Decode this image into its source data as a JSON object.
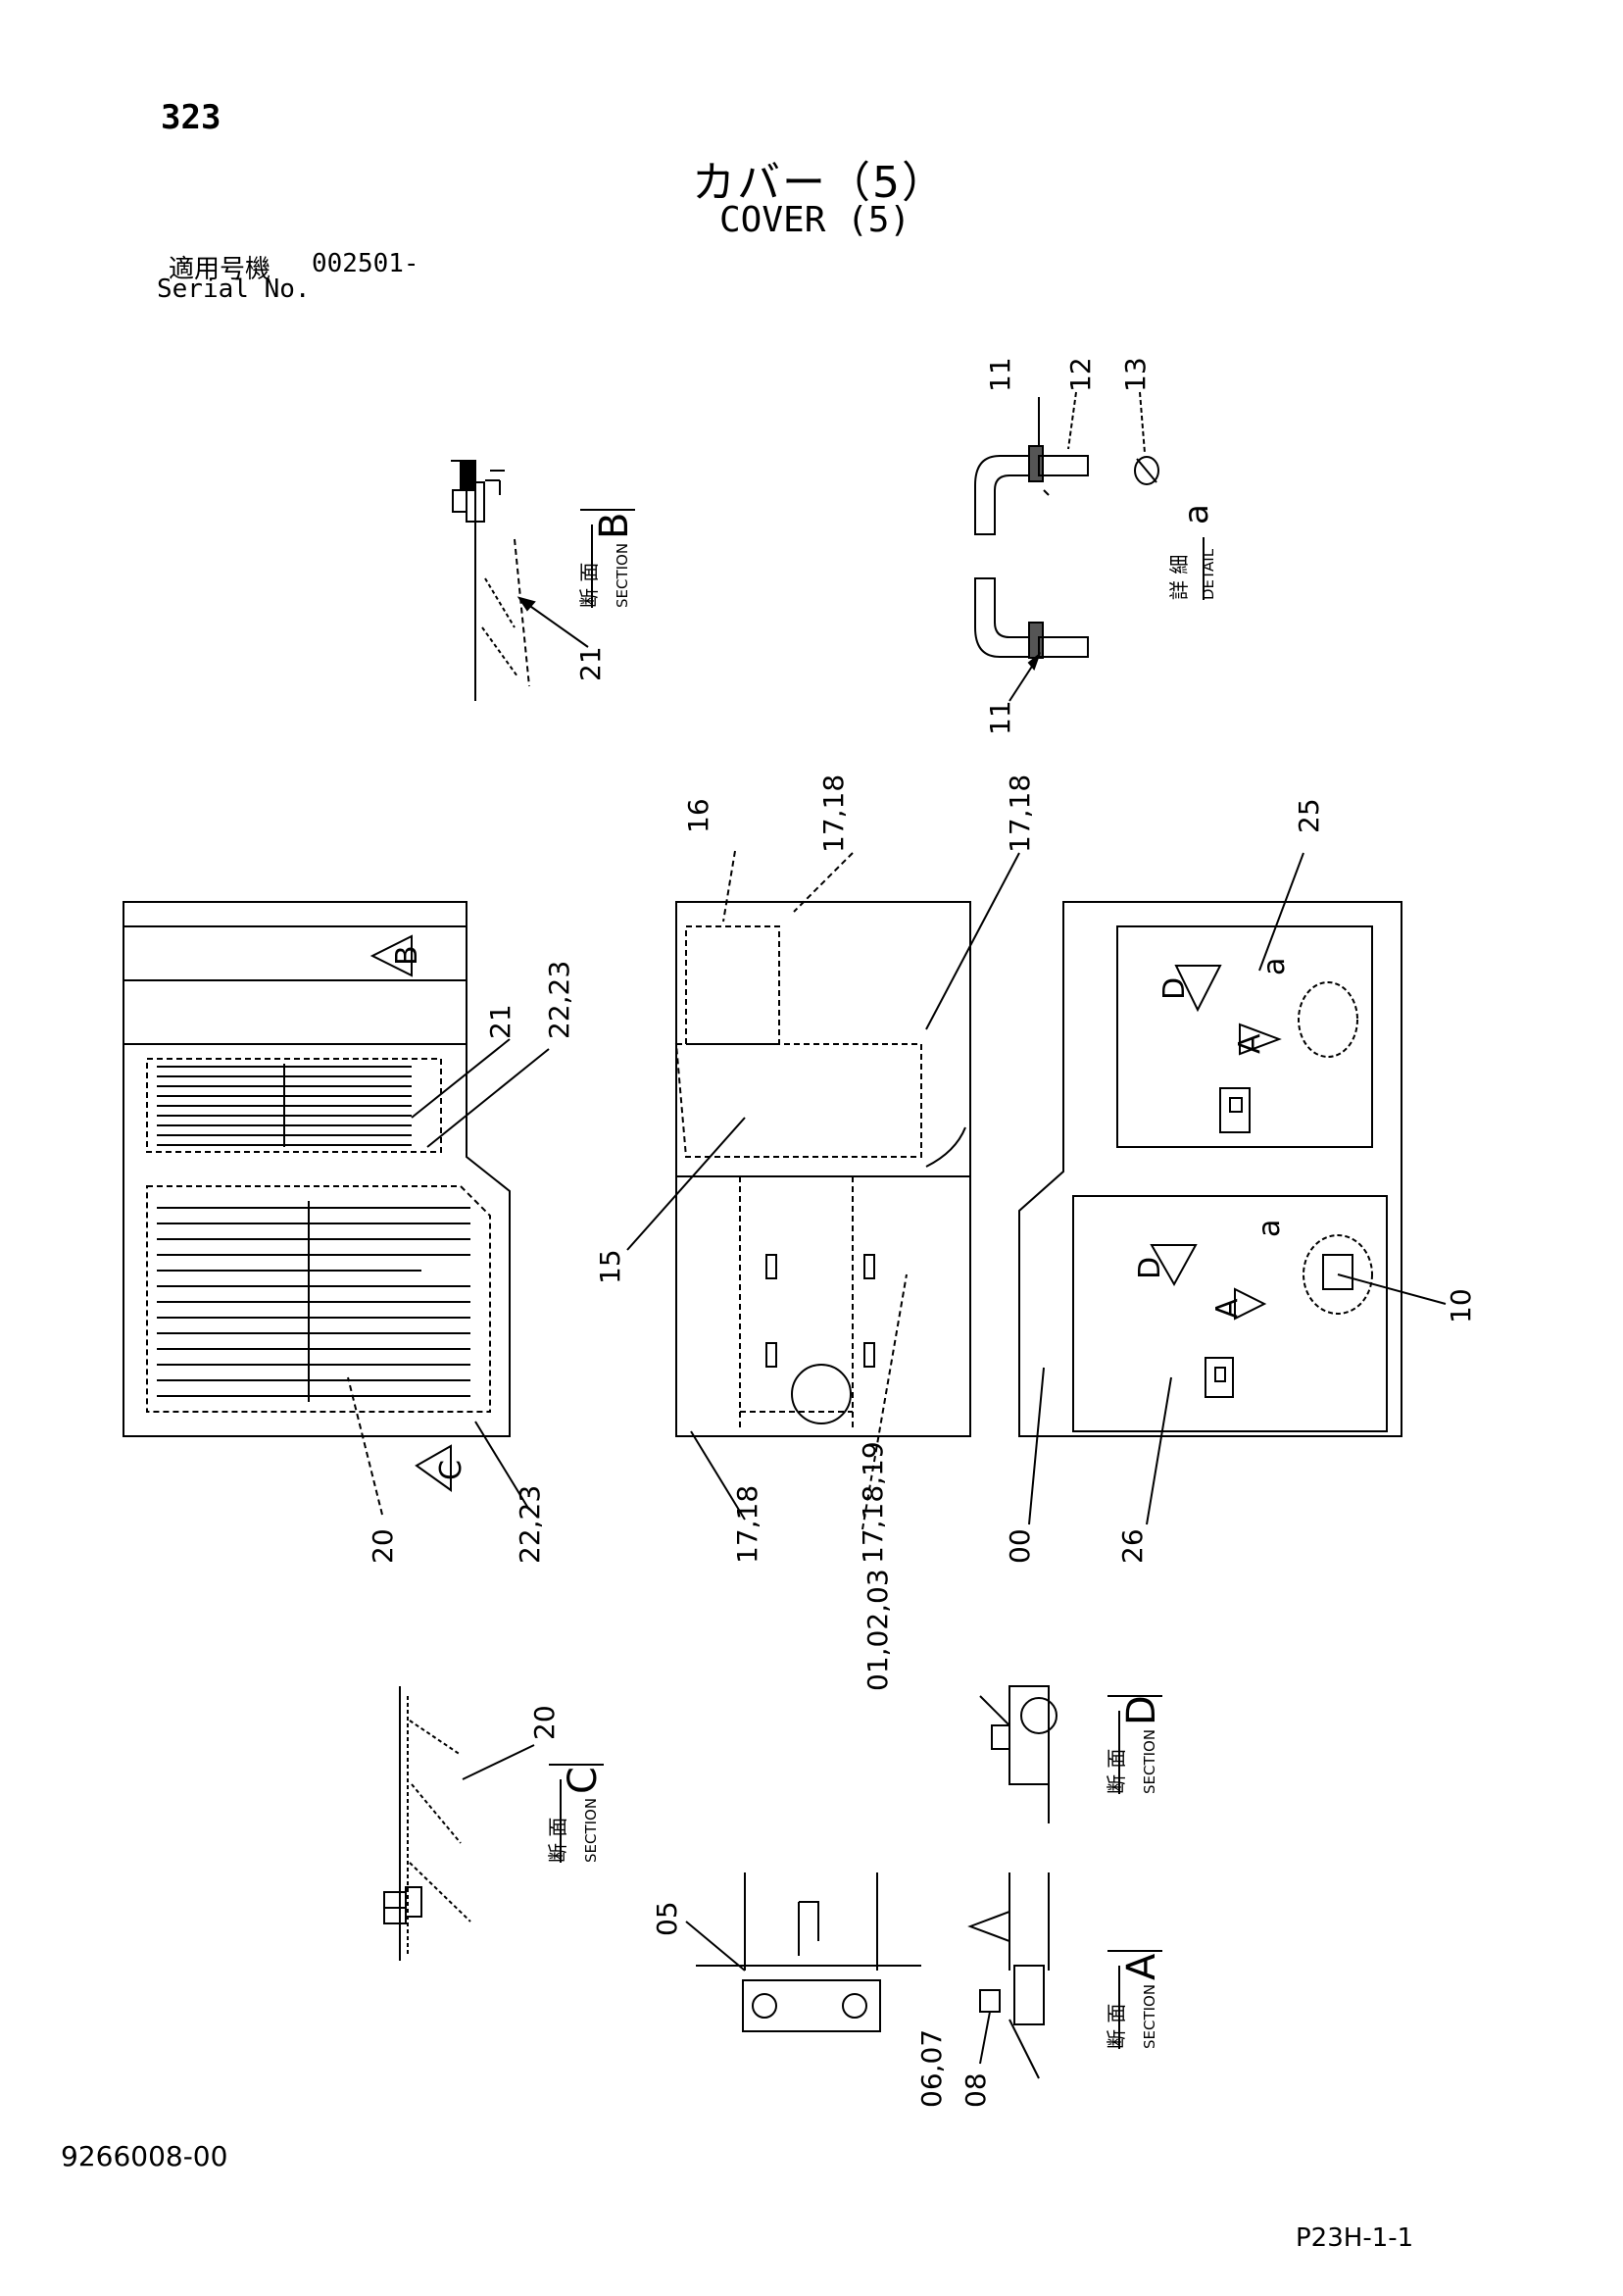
{
  "header": {
    "page_number": "323",
    "title_jp": "カバー（5）",
    "title_en": "COVER (5)",
    "serial_label_jp": "適用号機",
    "serial_value": "002501-",
    "serial_label_en": "Serial No."
  },
  "footer": {
    "doc_number": "9266008-00",
    "sheet_code": "P23H-1-1"
  },
  "section_labels": {
    "jp": "断 面",
    "en": "SECTION",
    "B": "B",
    "C": "C",
    "D": "D",
    "A": "A"
  },
  "detail_label": {
    "jp": "詳 細",
    "en": "DETAIL",
    "letter": "a"
  },
  "view_markers": {
    "B": "B",
    "C": "C",
    "D": "D",
    "A": "A",
    "a": "a"
  },
  "callouts": {
    "p11": "11",
    "p12": "12",
    "p13": "13",
    "p21": "21",
    "p16": "16",
    "p17_18": "17,18",
    "p25": "25",
    "p22_23": "22,23",
    "p15": "15",
    "p10": "10",
    "p20": "20",
    "p17_18_19": "17,18,19",
    "p00": "00",
    "p26": "26",
    "p01_02_03": "01,02,03",
    "p05": "05",
    "p06_07": "06,07",
    "p08": "08"
  }
}
